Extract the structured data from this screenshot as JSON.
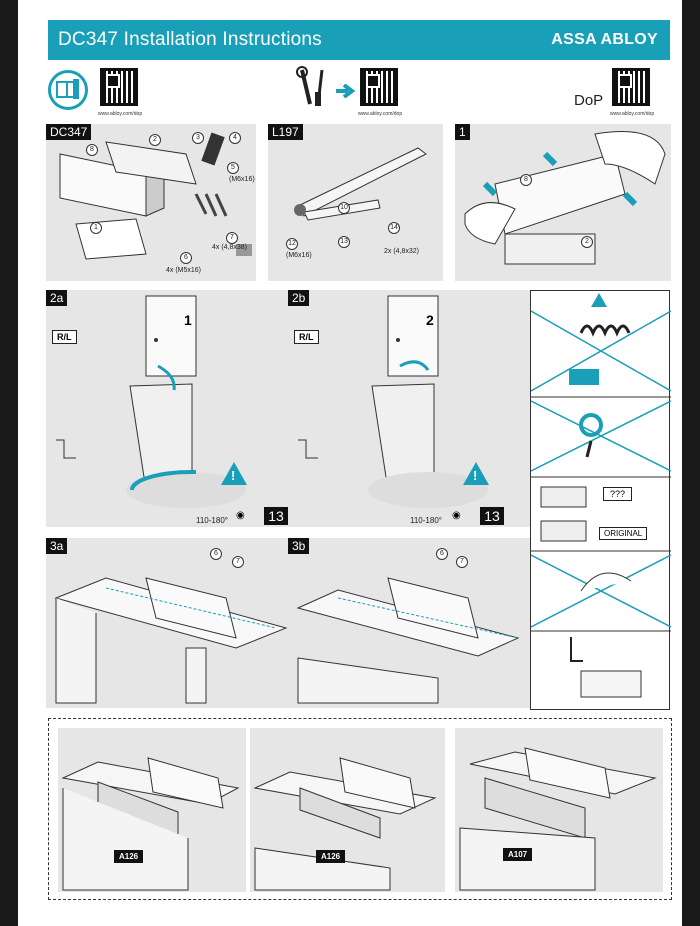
{
  "header": {
    "title": "DC347 Installation Instructions",
    "brand": "ASSA ABLOY"
  },
  "qr_row": {
    "caption_1": "www.abloy.com/dop",
    "caption_2": "www.abloy.com/dop",
    "caption_3": "www.abloy.com/dop",
    "dop_label": "DoP"
  },
  "panel_parts": {
    "label": "DC347",
    "part_nums": [
      "1",
      "2",
      "3",
      "4",
      "5",
      "6",
      "7",
      "8"
    ],
    "m6": "(M6x16)",
    "m4x38": "4x (4,8x38)",
    "m5": "4x (M5x16)"
  },
  "panel_arm": {
    "label": "L197",
    "nums": [
      "10",
      "12",
      "13",
      "14"
    ],
    "m6": "(M6x16)",
    "m4x32": "2x (4,8x32)"
  },
  "panel_1": {
    "label": "1",
    "nums": [
      "8",
      "2"
    ]
  },
  "panel_2a": {
    "label": "2a",
    "rl": "R/L",
    "door": "1",
    "angle": "110-180°",
    "step": "13"
  },
  "panel_2b": {
    "label": "2b",
    "rl": "R/L",
    "door": "2",
    "angle": "110-180°",
    "step": "13"
  },
  "panel_3a": {
    "label": "3a",
    "nums": [
      "6",
      "7"
    ]
  },
  "panel_3b": {
    "label": "3b",
    "nums": [
      "6",
      "7"
    ]
  },
  "side": {
    "q": "???",
    "original": "ORIGINAL"
  },
  "bottom": {
    "plate_1": "A126",
    "plate_2": "A126",
    "plate_3": "A107"
  },
  "colors": {
    "accent": "#1a9fb8",
    "panel": "#e6e6e6"
  }
}
